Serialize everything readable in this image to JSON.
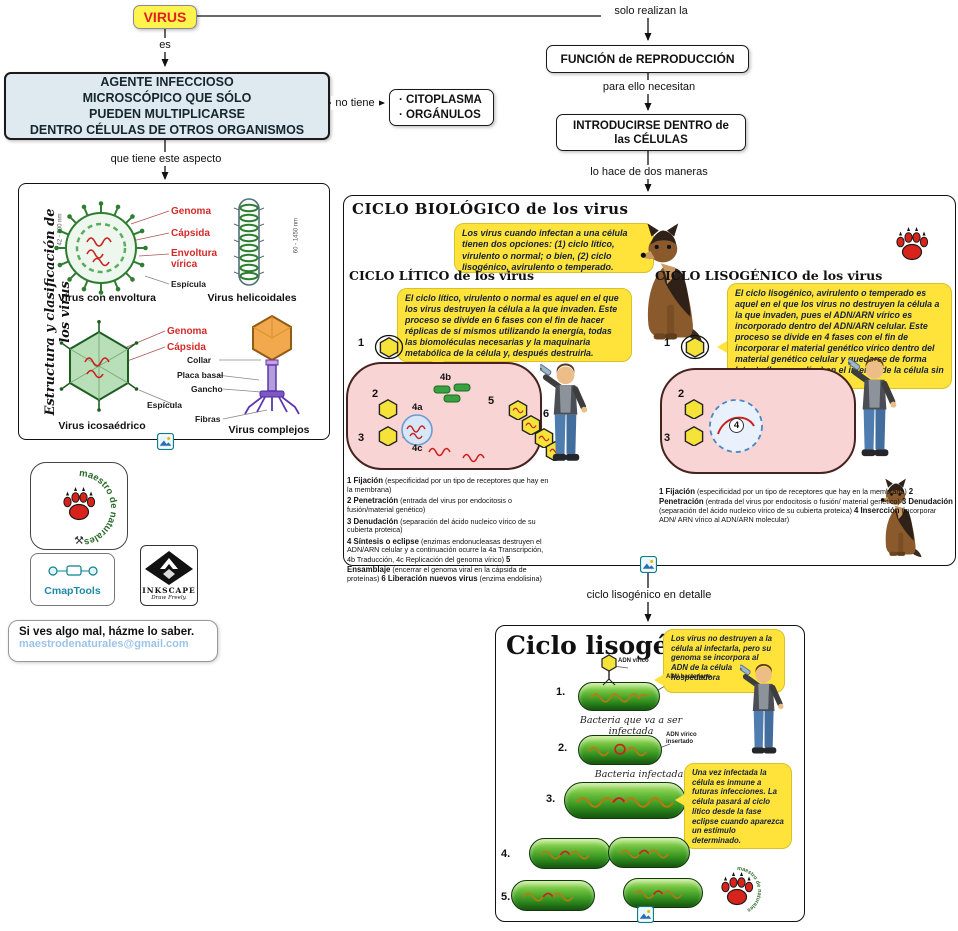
{
  "colors": {
    "callout_yellow": "#ffe33a",
    "node_blue": "#dfeaf0",
    "cell_pink": "#f9d4d4",
    "bacteria_green": "#2f8c1d",
    "virus_red": "#e02020",
    "email_blue": "#9cc3e8"
  },
  "nodes": {
    "virus": "VIRUS",
    "definition_l1": "AGENTE INFECCIOSO",
    "definition_l2": "MICROSCÓPICO QUE SÓLO",
    "definition_l3": "PUEDEN MULTIPLICARSE",
    "definition_l4": "DENTRO CÉLULAS DE OTROS ORGANISMOS",
    "organelles_l1": "· CITOPLASMA",
    "organelles_l2": "· ORGÁNULOS",
    "reproduction": "FUNCIÓN de REPRODUCCIÓN",
    "introduce_l1": "INTRODUCIRSE DENTRO de",
    "introduce_l2": "las CÉLULAS"
  },
  "links": {
    "es": "es",
    "no_tiene": "no tiene",
    "aspecto": "que tiene este aspecto",
    "solo_realizan": "solo realizan la",
    "para_ello": "para ello necesitan",
    "dos_maneras": "lo hace de dos maneras",
    "detalle": "ciclo lisogénico en detalle"
  },
  "structure_panel": {
    "side_title": "Estructura y clasificación de los virus",
    "size_left": "42 - 200 nm",
    "size_right": "60 - 1450 nm",
    "enveloped": {
      "genoma": "Genoma",
      "capsida": "Cápsida",
      "envoltura": "Envoltura vírica",
      "espicula": "Espícula",
      "caption": "Virus con envoltura"
    },
    "helical": {
      "caption": "Virus helicoidales"
    },
    "icosahedral": {
      "genoma": "Genoma",
      "capsida": "Cápsida",
      "caption": "Virus icosaédrico"
    },
    "complex": {
      "collar": "Collar",
      "placa": "Placa basal",
      "gancho": "Gancho",
      "espicula": "Espícula",
      "fibras": "Fibras",
      "caption": "Virus complejos"
    }
  },
  "logos": {
    "paw_circle_text": "maestro de naturales",
    "tools_glyph": "⚒",
    "cmaptools": "CmapTools",
    "inkscape": "INKSCAPE",
    "inkscape_sub": "Draw Freely."
  },
  "contact": {
    "line1": "Si ves algo mal, házme lo saber.",
    "email": "maestrodenaturales@gmail.com"
  },
  "bio_panel": {
    "title": "CICLO BIOLÓGICO de los virus",
    "intro_callout": [
      {
        "t": "Los virus cuando infectan a una célula tienen dos opciones: (1) ",
        "b": false
      },
      {
        "t": "ciclo lítico, virulento o normal;",
        "b": true
      },
      {
        "t": " o bien, (2) ",
        "b": false
      },
      {
        "t": "ciclo lisogénico, avirulento o temperado.",
        "b": true
      }
    ],
    "lytic_title": "CICLO LÍTICO de los virus",
    "lytic_callout": [
      {
        "t": "El ",
        "b": false
      },
      {
        "t": "ciclo lítico, virulento",
        "b": true
      },
      {
        "t": " o ",
        "b": false
      },
      {
        "t": "normal",
        "b": true
      },
      {
        "t": " es aquel en el que los virus ",
        "b": false
      },
      {
        "t": "destruyen",
        "b": true
      },
      {
        "t": " la célula a la que invaden. Este proceso se divide en 6 fases con el fin de hacer réplicas de sí mismos utilizando la energía, todas las biomoléculas necesarias y la maquinaria metabólica de la célula y, después destruirla.",
        "b": false
      }
    ],
    "lyso_title": "CICLO LISOGÉNICO de los virus",
    "lyso_callout": [
      {
        "t": "El ",
        "b": false
      },
      {
        "t": "ciclo lisogénico, avirulento",
        "b": true
      },
      {
        "t": " o ",
        "b": false
      },
      {
        "t": "temperado",
        "b": true
      },
      {
        "t": " es aquel en el que los virus ",
        "b": false
      },
      {
        "t": "no destruyen",
        "b": true
      },
      {
        "t": " la célula a la que invaden, pues el ADN/ARN vírico es incorporado dentro del ADN/ARN celular. Este proceso se divide en 4 fases con el fin de incorporar el material genético vírico dentro del material genético celular y quedarse de forma latente (horas o días) en el interior de la célula sin generar virus nuevos",
        "b": false
      }
    ],
    "lytic_steps": [
      "1",
      "2",
      "3",
      "4a",
      "4b",
      "4c",
      "5",
      "6"
    ],
    "lyso_steps": [
      "1",
      "2",
      "3",
      "4"
    ],
    "legend_lytic": [
      [
        {
          "t": "1 Fijación",
          "b": true
        },
        {
          "t": " (especificidad por un tipo de receptores que hay en la membrana)",
          "b": false
        }
      ],
      [
        {
          "t": "2 Penetración",
          "b": true
        },
        {
          "t": " (entrada del virus por endocitosis o fusión/material genético)",
          "b": false
        }
      ],
      [
        {
          "t": "3 Denudación",
          "b": true
        },
        {
          "t": " (separación del ácido nucleico vírico de su cubierta proteica)",
          "b": false
        }
      ],
      [
        {
          "t": "4 Síntesis o eclipse",
          "b": true
        },
        {
          "t": " (enzimas endonucleasas destruyen el ADN/ARN celular y a continuación ocurre la 4a Transcripción, 4b Traducción, 4c Replicación del genoma vírico) ",
          "b": false
        },
        {
          "t": "5 Ensamblaje",
          "b": true
        },
        {
          "t": " (encerrar el genoma viral en la cápsida de proteínas) ",
          "b": false
        },
        {
          "t": "6 Liberación nuevos virus",
          "b": true
        },
        {
          "t": " (enzima endolisina)",
          "b": false
        }
      ]
    ],
    "legend_lyso": [
      {
        "t": "1 Fijación",
        "b": true
      },
      {
        "t": " (especificidad por un tipo de receptores que hay en la membrana) ",
        "b": false
      },
      {
        "t": "2 Penetración",
        "b": true
      },
      {
        "t": " (entrada del virus por endocitosis o fusión/ material genético) ",
        "b": false
      },
      {
        "t": "3 Denudación",
        "b": true
      },
      {
        "t": " (separación del ácido nucleico vírico de su cubierta proteica) ",
        "b": false
      },
      {
        "t": "4 Insercción",
        "b": true
      },
      {
        "t": " (incorporar ADN/ ARN vírico al ADN/ARN molecular)",
        "b": false
      }
    ]
  },
  "detail_panel": {
    "title": "Ciclo lisogénico",
    "callout_top": [
      {
        "t": "Los virus ",
        "b": false
      },
      {
        "t": "no destruyen",
        "b": true
      },
      {
        "t": " a la célula al infectarla, pero su genoma se incorpora al ADN de la célula hospedadora",
        "b": false
      }
    ],
    "callout_bottom": [
      {
        "t": "Una vez infectada la célula es ",
        "b": false
      },
      {
        "t": "inmune a futuras infecciones.",
        "b": true
      },
      {
        "t": " La célula pasará al ciclo lítico desde la fase eclipse cuando aparezca un estímulo determinado.",
        "b": false
      }
    ],
    "steps": [
      "1.",
      "2.",
      "3.",
      "4.",
      "5."
    ],
    "adn_virico": "ADN vírico",
    "adn_bacteriano": "ADN bacteriano",
    "adn_insertado": "ADN vírico insertado",
    "caption1": "Bacteria que va a ser infectada",
    "caption2": "Bacteria infectada"
  }
}
